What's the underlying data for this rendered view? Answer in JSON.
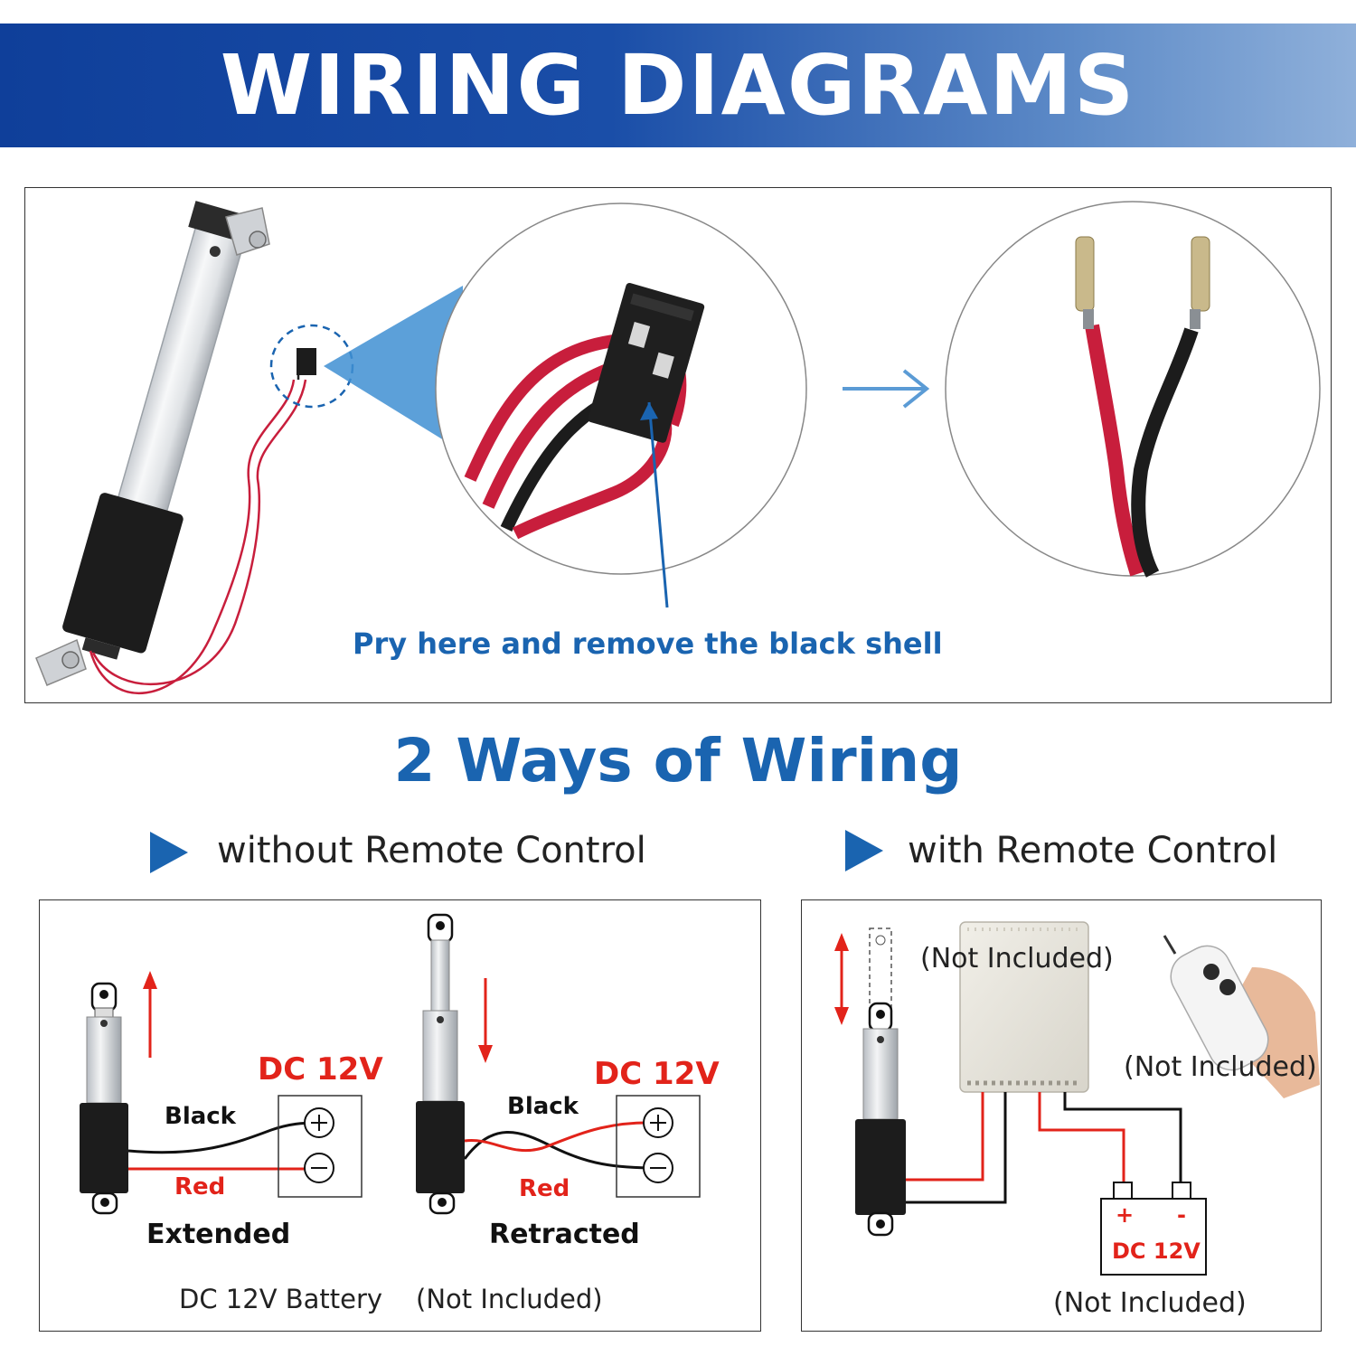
{
  "header": {
    "title": "WIRING DIAGRAMS"
  },
  "top_panel": {
    "instruction": "Pry here and remove the black shell"
  },
  "ways": {
    "title": "2 Ways of Wiring"
  },
  "without_remote": {
    "heading": "without Remote Control",
    "extended": {
      "supply": "DC 12V",
      "wire_black": "Black",
      "wire_red": "Red",
      "state": "Extended"
    },
    "retracted": {
      "supply": "DC 12V",
      "wire_black": "Black",
      "wire_red": "Red",
      "state": "Retracted"
    },
    "battery_note": "DC 12V Battery",
    "not_included": "(Not Included)"
  },
  "with_remote": {
    "heading": "with Remote Control",
    "controller_note": "(Not Included)",
    "remote_note": "(Not Included)",
    "battery_plus": "+",
    "battery_minus": "-",
    "battery_label": "DC 12V",
    "battery_note": "(Not Included)"
  },
  "colors": {
    "accent_blue": "#1a64b0",
    "red_wire": "#e2231a",
    "banner_blue": "#0f3f9a"
  }
}
